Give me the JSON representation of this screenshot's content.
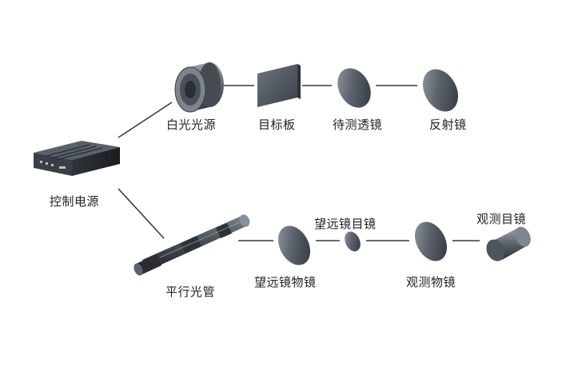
{
  "labels": {
    "white_light_source": "白光光源",
    "target_plate": "目标板",
    "lens_under_test": "待测透镜",
    "reflector": "反射镜",
    "control_power": "控制电源",
    "collimator": "平行光管",
    "telescope_objective": "望远镜物镜",
    "telescope_eyepiece": "望远镜目镜",
    "observe_objective": "观测物镜",
    "observe_eyepiece": "观测目镜"
  },
  "colors": {
    "line": "#3a3a3a",
    "component_dark": "#2f333a",
    "component_mid": "#5c626b",
    "component_light": "#9aa1aa",
    "text": "#222222"
  }
}
